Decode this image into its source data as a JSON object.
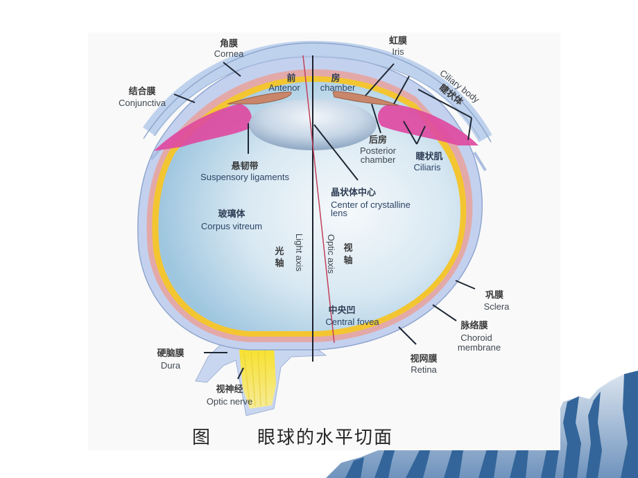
{
  "figure": {
    "caption_prefix": "图",
    "caption_title": "眼球的水平切面",
    "labels": {
      "cornea": {
        "cn": "角膜",
        "en": "Cornea"
      },
      "conjunctiva": {
        "cn": "结合膜",
        "en": "Conjunctiva"
      },
      "iris": {
        "cn": "虹膜",
        "en": "Iris"
      },
      "anterior_chamber": {
        "cn_1": "前",
        "cn_2": "房",
        "en_1": "Antenor",
        "en_2": "chamber"
      },
      "ciliary_body": {
        "cn": "睫状体",
        "en": "Ciliary body"
      },
      "posterior_chamber": {
        "cn": "后房",
        "en_1": "Posterior",
        "en_2": "chamber"
      },
      "ciliaris": {
        "cn": "睫状肌",
        "en": "Ciliaris"
      },
      "suspensory_ligaments": {
        "cn": "悬韧带",
        "en": "Suspensory ligaments"
      },
      "lens_center": {
        "cn": "晶状体中心",
        "en_1": "Center of crystalline",
        "en_2": "lens"
      },
      "corpus_vitreum": {
        "cn": "玻璃体",
        "en": "Corpus vitreum"
      },
      "light_axis": {
        "cn_1": "光",
        "cn_2": "轴",
        "en": "Light axis"
      },
      "optic_axis": {
        "cn_1": "视",
        "cn_2": "轴",
        "en": "Optic axis"
      },
      "central_fovea": {
        "cn": "中央凹",
        "en": "Central fovea"
      },
      "sclera": {
        "cn": "巩膜",
        "en": "Sclera"
      },
      "choroid": {
        "cn": "脉络膜",
        "en_1": "Choroid",
        "en_2": "membrane"
      },
      "retina": {
        "cn": "视网膜",
        "en": "Retina"
      },
      "dura": {
        "cn": "硬脑膜",
        "en": "Dura"
      },
      "optic_nerve": {
        "cn": "视神经",
        "en": "Optic nerve"
      }
    }
  },
  "decoration": {
    "name": "blue-mountain-graphic",
    "colors": {
      "dark": "#33659a",
      "light": "#c3d2e3"
    }
  },
  "colors": {
    "panel_bg": "#f9f9f9",
    "sclera": "#b9cbe8",
    "choroid": "#d9a3b4",
    "retina": "#f2c92e",
    "vitreous_center": "#f4f8fb",
    "vitreous_edge": "#a9cde3",
    "ciliary": "#d9429a",
    "iris": "#c98a6a",
    "optic_axis": "#c0405a"
  }
}
